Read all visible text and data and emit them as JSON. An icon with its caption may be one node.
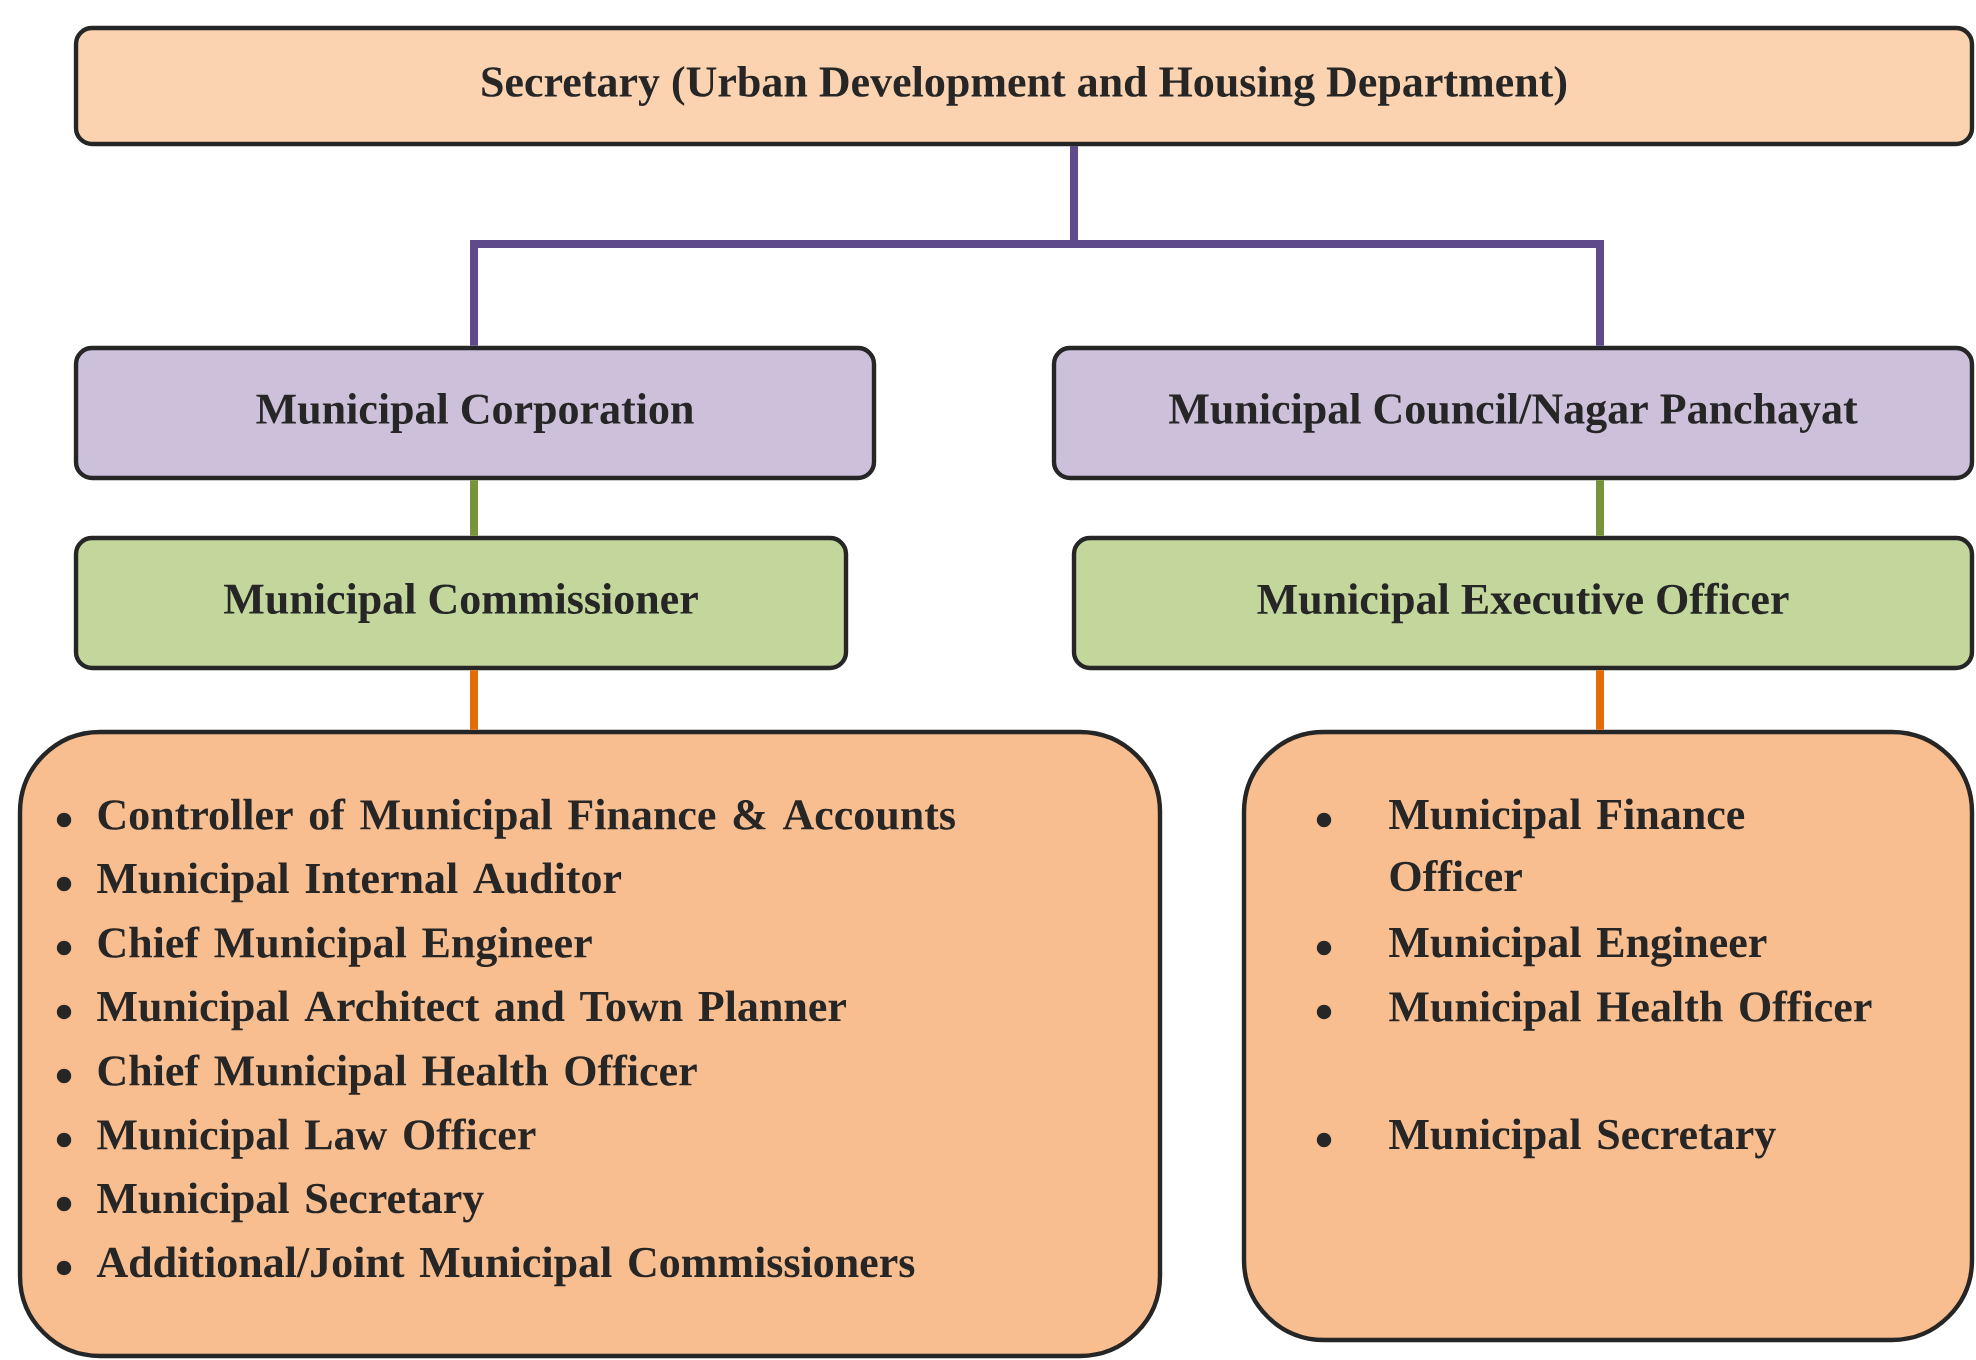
{
  "diagram": {
    "nodes": [
      {
        "text": [
          "Secretary (Urban Development and Housing Department)"
        ]
      },
      {
        "text": [
          "Municipal Corporation"
        ]
      },
      {
        "text": [
          "Municipal Council/Nagar Panchayat"
        ]
      },
      {
        "text": [
          "Municipal Commissioner"
        ]
      },
      {
        "text": [
          "Municipal Executive Officer"
        ]
      },
      {
        "text": [
          "Controller of Municipal Finance & Accounts",
          "Municipal Internal Auditor",
          "Chief Municipal Engineer",
          "Municipal Architect and Town Planner",
          "Chief Municipal Health Officer",
          "Municipal Law Officer",
          "Municipal Secretary",
          "Additional/Joint Municipal Commissioners"
        ]
      },
      {
        "text": [
          "Municipal Finance Officer",
          "Municipal Engineer",
          "Municipal Health Officer",
          "Municipal Secretary"
        ]
      }
    ],
    "edges": [
      {
        "from": 0,
        "to": 1,
        "arrow": "none",
        "color": "#5f4b8b"
      },
      {
        "from": 0,
        "to": 2,
        "arrow": "none",
        "color": "#5f4b8b"
      },
      {
        "from": 1,
        "to": 3,
        "arrow": "none",
        "color": "#77933c"
      },
      {
        "from": 2,
        "to": 4,
        "arrow": "none",
        "color": "#77933c"
      },
      {
        "from": 3,
        "to": 5,
        "arrow": "none",
        "color": "#e36c09"
      },
      {
        "from": 4,
        "to": 6,
        "arrow": "none",
        "color": "#e36c09"
      }
    ]
  }
}
